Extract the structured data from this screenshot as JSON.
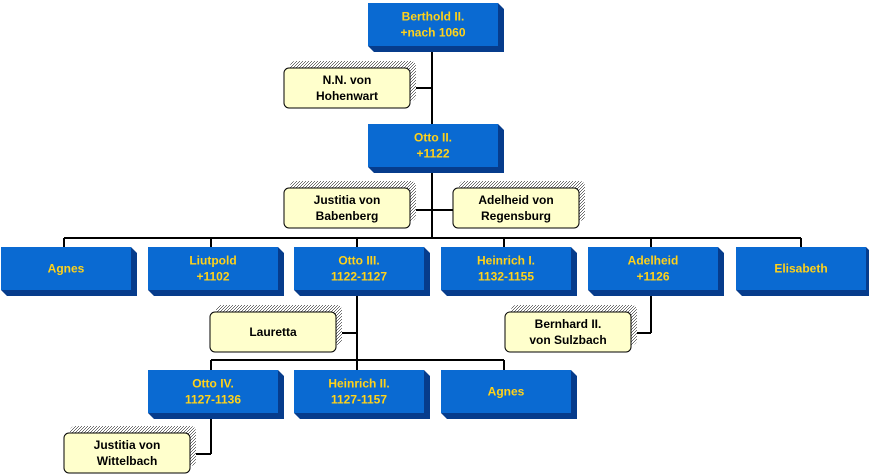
{
  "people": {
    "berthold": [
      "Berthold II.",
      "+nach 1060"
    ],
    "nn_hohenwart": [
      "N.N. von",
      "Hohenwart"
    ],
    "otto2": [
      "Otto II.",
      "+1122"
    ],
    "justitia_babenberg": [
      "Justitia von",
      "Babenberg"
    ],
    "adelheid_regensburg": [
      "Adelheid von",
      "Regensburg"
    ],
    "agnes1": [
      "Agnes"
    ],
    "liutpold": [
      "Liutpold",
      "+1102"
    ],
    "otto3": [
      "Otto III.",
      "1122-1127"
    ],
    "heinrich1": [
      "Heinrich I.",
      "1132-1155"
    ],
    "adelheid": [
      "Adelheid",
      "+1126"
    ],
    "elisabeth": [
      "Elisabeth"
    ],
    "lauretta": [
      "Lauretta"
    ],
    "bernhard": [
      "Bernhard II.",
      "von Sulzbach"
    ],
    "otto4": [
      "Otto IV.",
      "1127-1136"
    ],
    "heinrich2": [
      "Heinrich II.",
      "1127-1157"
    ],
    "agnes2": [
      "Agnes"
    ],
    "justitia_wittelbach": [
      "Justitia von",
      "Wittelbach"
    ]
  },
  "colors": {
    "blue_face": "#0a6ad2",
    "blue_shadow": "#063c8c",
    "blue_text": "#ffd21a",
    "cream_face": "#ffffcc",
    "cream_shadow": "#8c8c8c",
    "line": "#000000"
  }
}
